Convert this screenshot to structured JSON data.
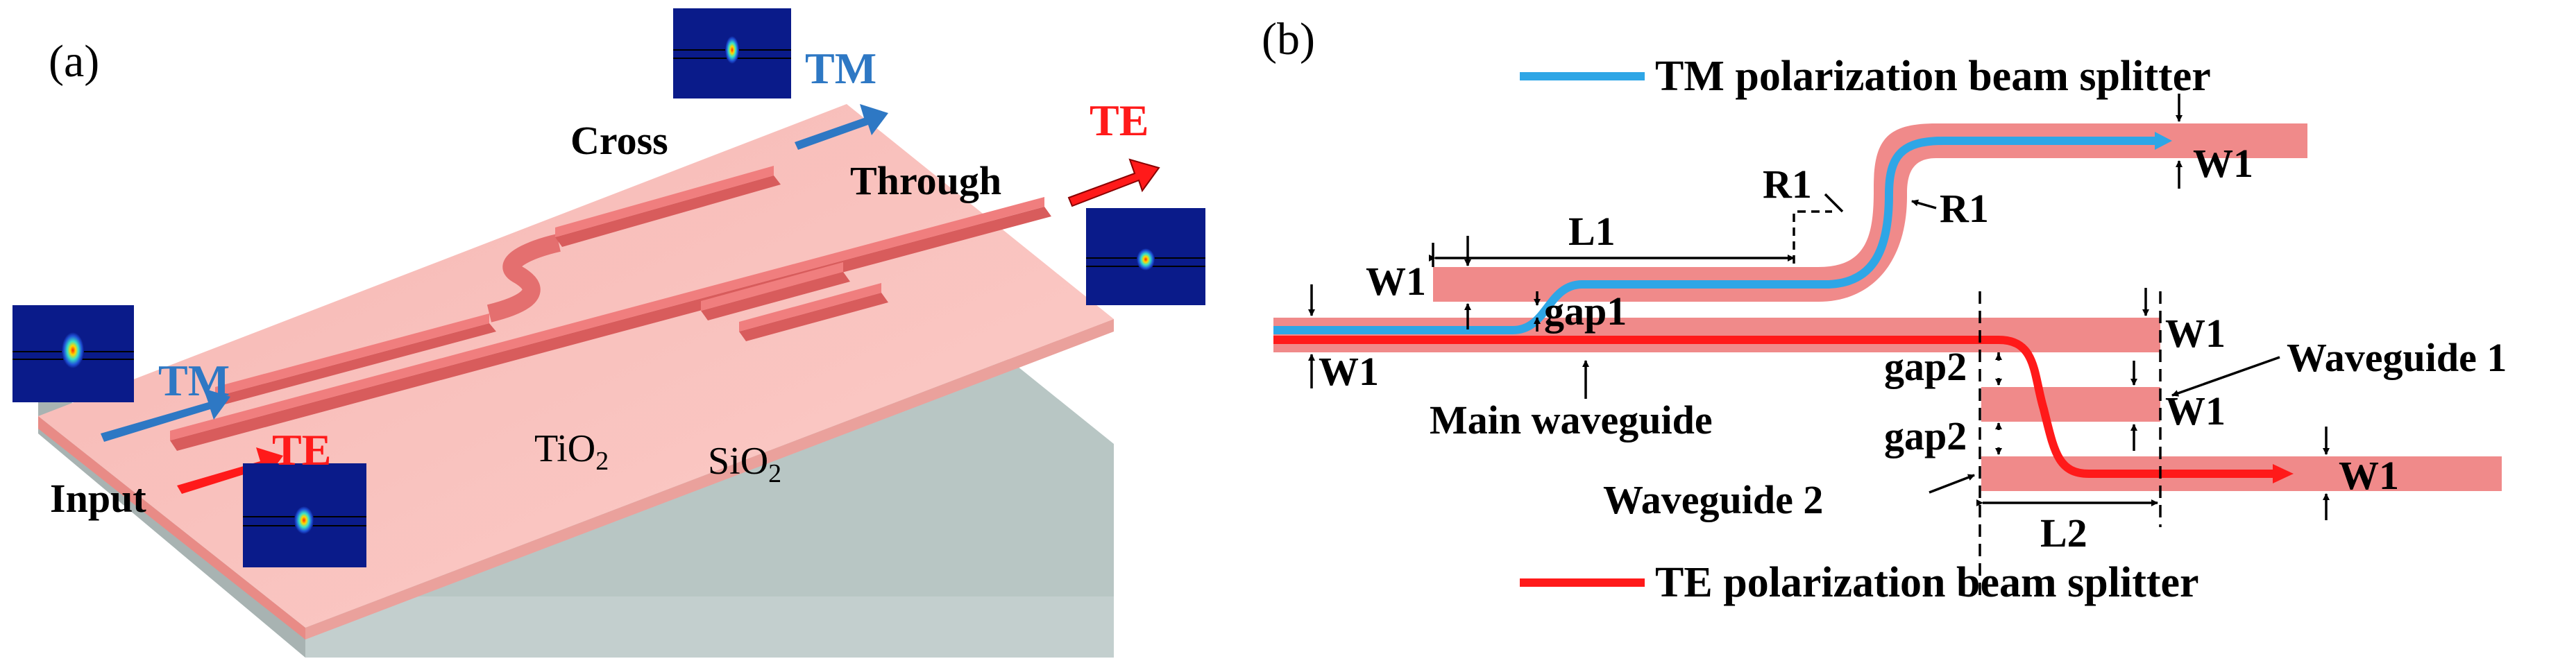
{
  "panel_a": {
    "label": "(a)",
    "ports": {
      "input": "Input",
      "cross": "Cross",
      "through": "Through"
    },
    "polarizations": {
      "tm_in": "TM",
      "te_in": "TE",
      "tm_out": "TM",
      "te_out": "TE"
    },
    "materials": {
      "core_main": "TiO",
      "core_sub": "2",
      "substrate_main": "SiO",
      "substrate_sub": "2"
    }
  },
  "panel_b": {
    "label": "(b)",
    "legend_tm": "TM polarization beam splitter",
    "legend_te": "TE polarization beam splitter",
    "labels": {
      "L1": "L1",
      "L2": "L2",
      "R1_left": "R1",
      "R1_right": "R1",
      "W1_upper_left": "W1",
      "W1_main_left": "W1",
      "W1_top_right": "W1",
      "W1_main_right": "W1",
      "W1_wg1": "W1",
      "W1_wg2": "W1",
      "gap1": "gap1",
      "gap2_top": "gap2",
      "gap2_bottom": "gap2",
      "main_waveguide": "Main waveguide",
      "waveguide1": "Waveguide 1",
      "waveguide2": "Waveguide 2"
    }
  },
  "colors": {
    "waveguide": "#f08a8a",
    "chip_top": "#f9c0bc",
    "substrate": "#b7c4c3",
    "tm": "#2e78c4",
    "te": "#ff1a1a",
    "mode_bg": "#0a1b8a"
  }
}
